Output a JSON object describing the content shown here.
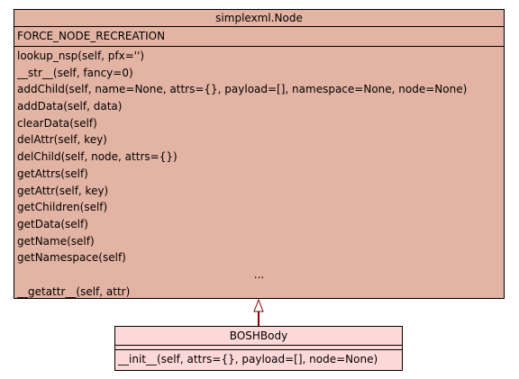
{
  "colors": {
    "base_class_fill": "#e3b3a3",
    "derived_class_fill": "#fdd8d8",
    "inheritance_edge": "#8b0000"
  },
  "base_class": {
    "name": "simplexml.Node",
    "attributes": [
      "FORCE_NODE_RECREATION"
    ],
    "methods": [
      "lookup_nsp(self, pfx='')",
      "__str__(self, fancy=0)",
      "addChild(self, name=None, attrs={}, payload=[], namespace=None, node=None)",
      "addData(self, data)",
      "clearData(self)",
      "delAttr(self, key)",
      "delChild(self, node, attrs={})",
      "getAttrs(self)",
      "getAttr(self, key)",
      "getChildren(self)",
      "getData(self)",
      "getName(self)",
      "getNamespace(self)",
      "...",
      "__getattr__(self, attr)"
    ]
  },
  "derived_class": {
    "name": "BOSHBody",
    "attributes": [],
    "methods": [
      "__init__(self, attrs={}, payload=[], node=None)"
    ]
  }
}
